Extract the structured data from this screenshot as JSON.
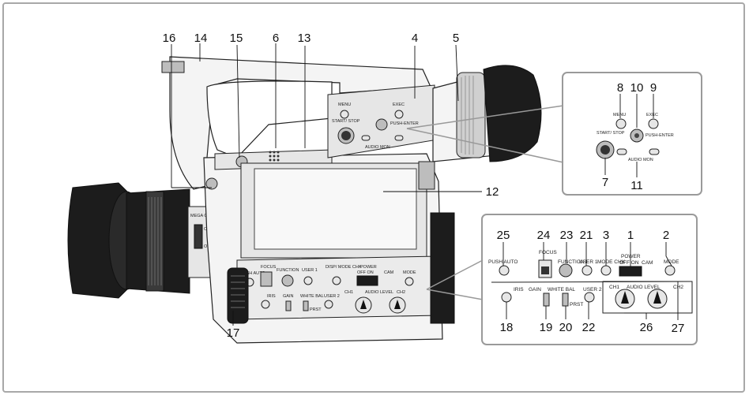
{
  "callouts": [
    {
      "id": "c16",
      "text": "16"
    },
    {
      "id": "c14",
      "text": "14"
    },
    {
      "id": "c15",
      "text": "15"
    },
    {
      "id": "c6",
      "text": "6"
    },
    {
      "id": "c13",
      "text": "13"
    },
    {
      "id": "c4",
      "text": "4"
    },
    {
      "id": "c5",
      "text": "5"
    },
    {
      "id": "c12",
      "text": "12"
    },
    {
      "id": "c17",
      "text": "17"
    },
    {
      "id": "c8",
      "text": "8"
    },
    {
      "id": "c10",
      "text": "10"
    },
    {
      "id": "c9",
      "text": "9"
    },
    {
      "id": "c7",
      "text": "7"
    },
    {
      "id": "c11",
      "text": "11"
    },
    {
      "id": "c25",
      "text": "25"
    },
    {
      "id": "c24",
      "text": "24"
    },
    {
      "id": "c23",
      "text": "23"
    },
    {
      "id": "c21",
      "text": "21"
    },
    {
      "id": "c3",
      "text": "3"
    },
    {
      "id": "c1",
      "text": "1"
    },
    {
      "id": "c2",
      "text": "2"
    },
    {
      "id": "c18",
      "text": "18"
    },
    {
      "id": "c19",
      "text": "19"
    },
    {
      "id": "c20",
      "text": "20"
    },
    {
      "id": "c22",
      "text": "22"
    },
    {
      "id": "c26",
      "text": "26"
    },
    {
      "id": "c27",
      "text": "27"
    }
  ],
  "camera_labels": {
    "menu": "MENU",
    "exec": "EXEC",
    "push_enter": "PUSH-ENTER",
    "start_stop": "START/ STOP",
    "audio_mon": "AUDIO MON",
    "mega_ois": "MEGA O.I.S.",
    "on": "ON",
    "off": "OFF",
    "push_auto": "PUSH AUTO",
    "focus": "FOCUS",
    "function": "FUNCTION",
    "user1": "USER 1",
    "disp_mode_chk": "DISP/ MODE CHK",
    "power": "POWER",
    "off_on": "OFF  ON",
    "cam": "CAM",
    "mode": "MODE",
    "iris": "IRIS",
    "gain": "GAIN",
    "white_bal": "WHITE BAL",
    "user2": "USER 2",
    "ch1": "CH1",
    "audio_level": "AUDIO LEVEL",
    "ch2": "CH2",
    "prst": "PRST"
  },
  "inset_top_labels": {
    "menu": "MENU",
    "exec": "EXEC",
    "push_enter": "PUSH-ENTER",
    "start_stop": "START/ STOP",
    "audio_mon": "AUDIO MON"
  },
  "inset_bottom_labels": {
    "push_auto": "PUSH AUTO",
    "focus": "FOCUS",
    "function": "FUNCTION",
    "user1": "USER 1",
    "mode_chk": "MODE CHK",
    "power": "POWER",
    "off_on": "OFF  ON",
    "cam": "CAM",
    "mode": "MODE",
    "iris": "IRIS",
    "gain": "GAIN",
    "white_bal": "WHITE BAL",
    "user2": "USER 2",
    "ch1": "CH1",
    "audio_level": "AUDIO LEVEL",
    "ch2": "CH2",
    "prst": "PRST"
  },
  "colors": {
    "frame": "#a8a8a8",
    "ink": "#111111",
    "body": "#f4f4f4",
    "dark": "#1c1c1c"
  }
}
